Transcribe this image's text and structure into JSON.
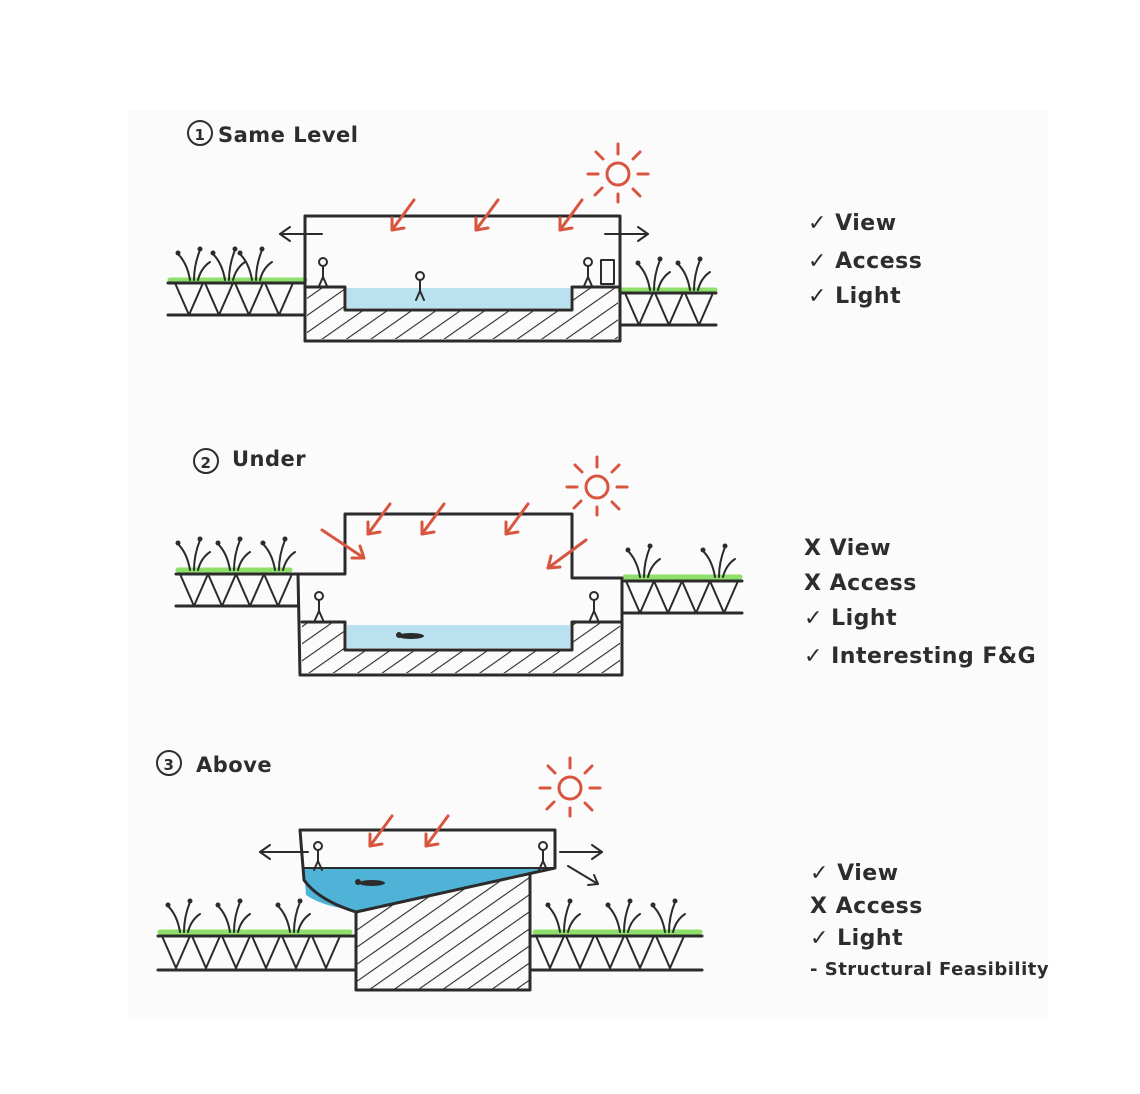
{
  "options": [
    {
      "number": "1",
      "title": "Same Level",
      "criteria": [
        "✓ View",
        "✓ Access",
        "✓ Light"
      ]
    },
    {
      "number": "2",
      "title": "Under",
      "criteria": [
        "X View",
        "X Access",
        "✓ Light",
        "✓ Interesting F&G"
      ]
    },
    {
      "number": "3",
      "title": "Above",
      "criteria": [
        "✓ View",
        "X Access",
        "✓ Light",
        "- Structural Feasibility"
      ]
    }
  ],
  "colors": {
    "ink": "#2b2b2b",
    "sun_and_arrows": "#d8553f",
    "water_light": "#b9e1ef",
    "water_deep": "#4fb3d8",
    "grass": "#8fe06a"
  },
  "icons": [
    "sun-icon",
    "sunlight-arrow-icon",
    "view-arrow-icon",
    "person-icon",
    "swimmer-icon",
    "grass-tuft-icon"
  ]
}
